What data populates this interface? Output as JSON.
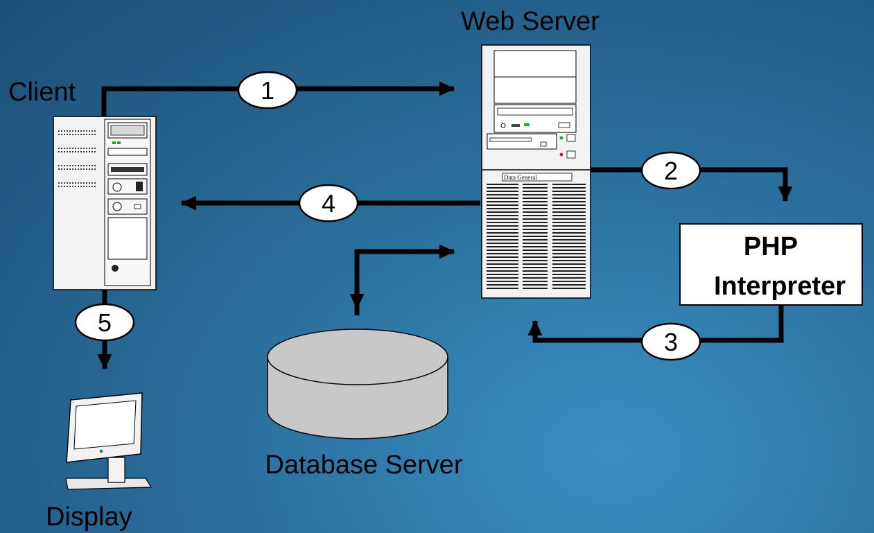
{
  "nodes": {
    "web_server": "Web Server",
    "client": "Client",
    "display": "Display",
    "database": "Database Server",
    "php_line1": "PHP",
    "php_line2": "Interpreter"
  },
  "server_brand": "Data General",
  "steps": [
    "1",
    "2",
    "3",
    "4",
    "5"
  ],
  "colors": {
    "background_center": "#3a8fc4",
    "background_edge": "#1c4f76",
    "arrow": "#000000",
    "device_body": "#f2f2f2",
    "database": "#c8c8c8"
  }
}
